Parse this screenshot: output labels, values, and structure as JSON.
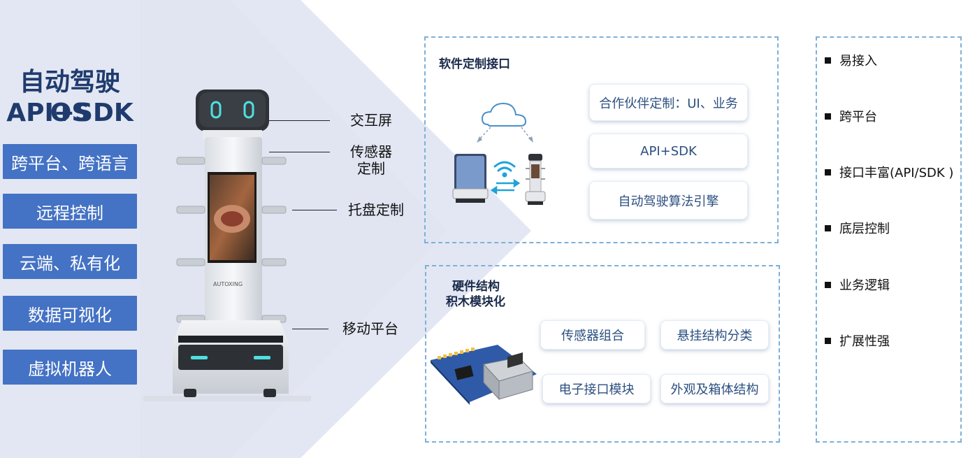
{
  "title": {
    "line1": "自动驾驶OS",
    "line2": "API+SDK"
  },
  "features": [
    "跨平台、跨语言",
    "远程控制",
    "云端、私有化",
    "数据可视化",
    "虚拟机器人"
  ],
  "robot": {
    "brand": "AUTOXING"
  },
  "callouts": [
    "交互屏",
    "传感器\n定制",
    "托盘定制",
    "移动平台"
  ],
  "software": {
    "title": "软件定制接口",
    "pills": [
      "合作伙伴定制：UI、业务",
      "API+SDK",
      "自动驾驶算法引擎"
    ]
  },
  "hardware": {
    "title_line1": "硬件结构",
    "title_line2": "积木模块化",
    "pills": [
      "传感器组合",
      "悬挂结构分类",
      "电子接口模块",
      "外观及箱体结构"
    ]
  },
  "advantages": [
    "易接入",
    "跨平台",
    "接口丰富(API/SDK )",
    "底层控制",
    "业务逻辑",
    "扩展性强"
  ],
  "colors": {
    "accent": "#4472c4",
    "title": "#1f3b6e",
    "dashed": "#7fb0d8",
    "chevron": "#e3e7f3"
  }
}
